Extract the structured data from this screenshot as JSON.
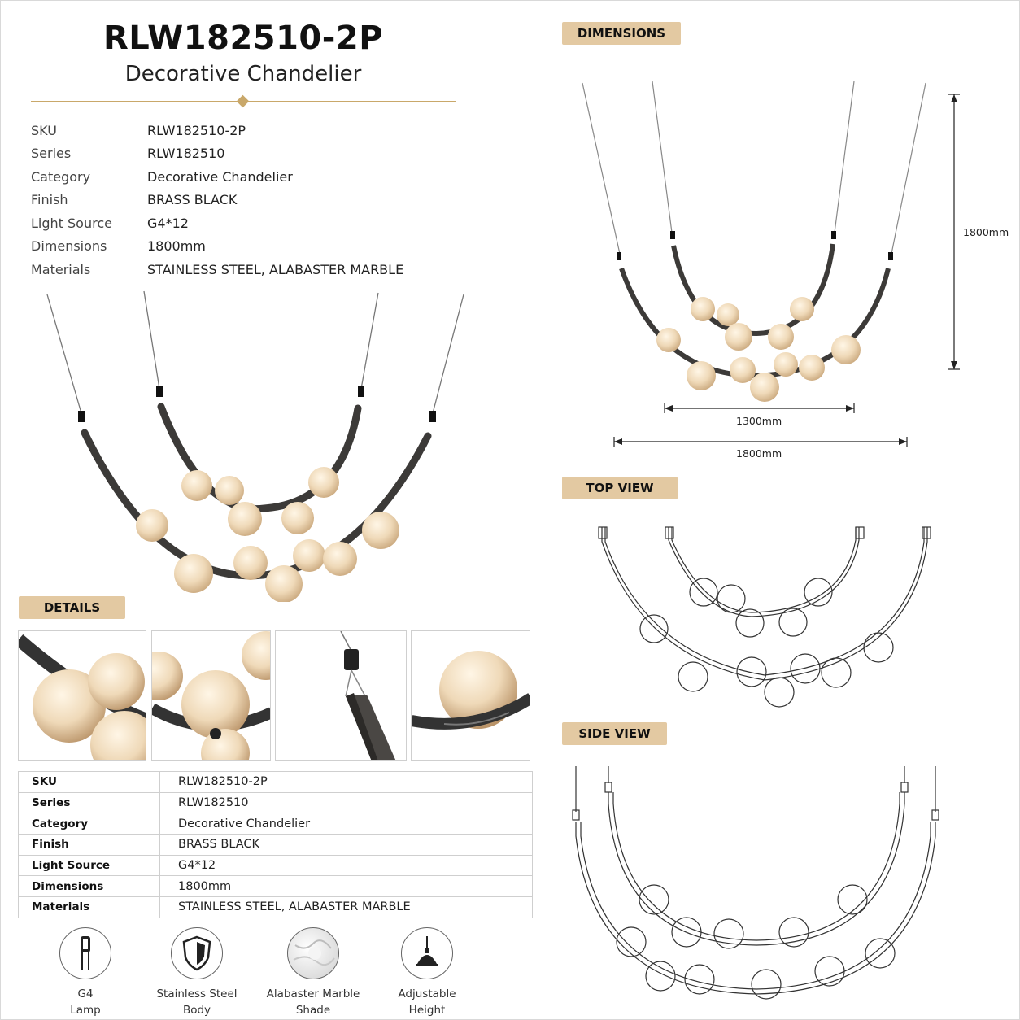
{
  "header": {
    "title": "RLW182510-2P",
    "subtitle": "Decorative Chandelier"
  },
  "specs": [
    {
      "key": "SKU",
      "value": "RLW182510-2P"
    },
    {
      "key": "Series",
      "value": "RLW182510"
    },
    {
      "key": "Category",
      "value": "Decorative Chandelier"
    },
    {
      "key": "Finish",
      "value": "BRASS BLACK"
    },
    {
      "key": "Light Source",
      "value": "G4*12"
    },
    {
      "key": "Dimensions",
      "value": "1800mm"
    },
    {
      "key": "Materials",
      "value": "STAINLESS STEEL, ALABASTER MARBLE"
    }
  ],
  "sections": {
    "details": "DETAILS",
    "dimensions": "DIMENSIONS",
    "top_view": "TOP VIEW",
    "side_view": "SIDE VIEW"
  },
  "dimensions": {
    "height": "1800mm",
    "inner_width": "1300mm",
    "outer_width": "1800mm"
  },
  "features": [
    {
      "icon": "g4-lamp-icon",
      "line1": "G4",
      "line2": "Lamp"
    },
    {
      "icon": "shield-icon",
      "line1": "Stainless Steel",
      "line2": "Body"
    },
    {
      "icon": "marble-texture-icon",
      "line1": "Alabaster Marble",
      "line2": "Shade"
    },
    {
      "icon": "pendant-height-icon",
      "line1": "Adjustable",
      "line2": "Height"
    }
  ],
  "colors": {
    "accent": "#c9a86a",
    "tag": "#e3c9a2",
    "metal": "#3c3a38",
    "marble": "#efd9b8"
  }
}
